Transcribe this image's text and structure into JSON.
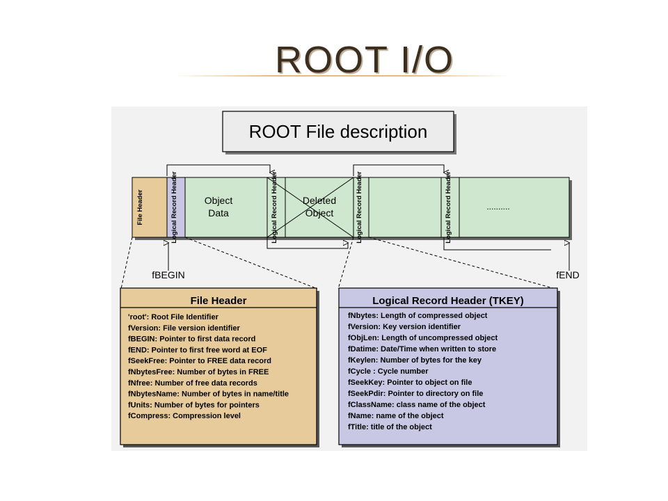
{
  "slide": {
    "title": "ROOT I/O"
  },
  "diagram": {
    "title": "ROOT File description",
    "segments": {
      "file_header": "File Header",
      "logical_record_header": "Logical Record Header",
      "object_data": [
        "Object",
        "Data"
      ],
      "deleted_object": [
        "Deleted",
        "Object"
      ],
      "dots": ".........."
    },
    "pointers": {
      "begin": "fBEGIN",
      "end": "fEND"
    },
    "file_header_box": {
      "title": "File Header",
      "fields": [
        "'root': Root File Identifier",
        "fVersion: File version identifier",
        "fBEGIN: Pointer to first data record",
        "fEND: Pointer to first free word at EOF",
        "fSeekFree: Pointer to FREE data record",
        "fNbytesFree: Number of bytes in FREE",
        "fNfree: Number of free data records",
        "fNbytesName: Number of bytes in name/title",
        "fUnits: Number of bytes for pointers",
        "fCompress: Compression level"
      ]
    },
    "tkey_box": {
      "title": "Logical Record Header (TKEY)",
      "fields": [
        "fNbytes: Length of compressed object",
        "fVersion: Key version identifier",
        "fObjLen: Length of uncompressed object",
        "fDatime: Date/Time when written to store",
        "fKeylen: Number of bytes for the key",
        "fCycle : Cycle number",
        "fSeekKey: Pointer to object on file",
        "fSeekPdir: Pointer to directory on file",
        "fClassName: class name of the object",
        "fName: name of the object",
        "fTitle: title of the object"
      ]
    }
  },
  "colors": {
    "file_header": "#e7cb9a",
    "logical_header": "#c9c6e4",
    "data_green": "#cfe7cf",
    "tkey_box": "#c8c8e4",
    "panel": "#f2f2f2",
    "title_accent": "#e6ba78"
  }
}
